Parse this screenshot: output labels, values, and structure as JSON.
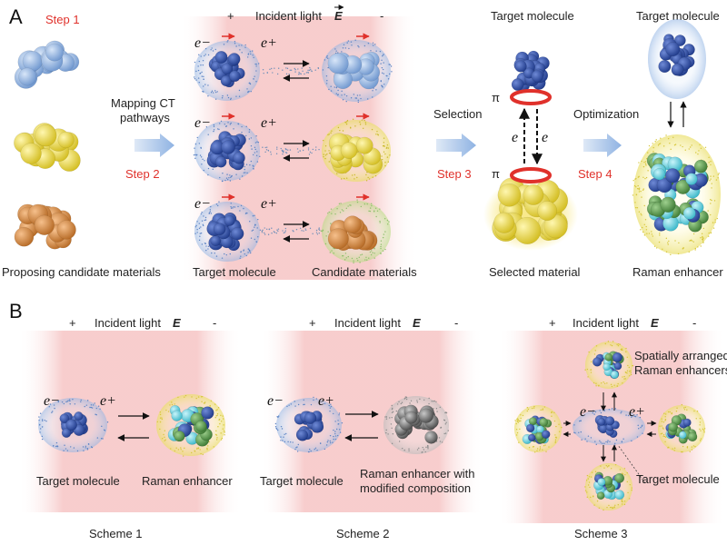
{
  "colors": {
    "blue_cluster": "#8fb3e3",
    "yellow_cluster": "#f0e04a",
    "orange_cluster": "#d9924a",
    "target_molecule": "#2f4ea8",
    "pink_field": "#f7c9c9",
    "arrow_blue": "#a9c6e8",
    "step_red": "#e0312b",
    "enhancer_green": "#5a9a4f",
    "enhancer_cyan": "#5fd2e0",
    "gray_cluster": "#7a7a7a"
  },
  "panel_a": {
    "letter": "A",
    "step1": "Step 1",
    "step2": "Step 2",
    "step3": "Step 3",
    "step4": "Step 4",
    "mapping": "Mapping CT",
    "pathways": "pathways",
    "selection": "Selection",
    "optimization": "Optimization",
    "proposing": "Proposing candidate materials",
    "target_molecule": "Target molecule",
    "candidate_materials": "Candidate materials",
    "selected_material": "Selected material",
    "raman_enhancer": "Raman enhancer",
    "incident_light": "Incident light",
    "E": "E",
    "plus": "+",
    "minus": "-",
    "e_minus": "e",
    "e_plus": "e",
    "sup_minus": "−",
    "sup_plus": "+",
    "pi": "π",
    "e_letter": "e",
    "target_top_1": "Target molecule",
    "target_top_2": "Target molecule"
  },
  "panel_b": {
    "letter": "B",
    "incident_light": "Incident light",
    "E": "E",
    "plus": "+",
    "minus": "-",
    "e_minus": "e",
    "e_plus": "e",
    "sup_minus": "−",
    "sup_plus": "+",
    "target_molecule": "Target molecule",
    "raman_enhancer": "Raman enhancer",
    "raman_modified_1": "Raman enhancer with",
    "raman_modified_2": "modified composition",
    "spatially_1": "Spatially arranged",
    "spatially_2": "Raman enhancers",
    "scheme1": "Scheme 1",
    "scheme2": "Scheme 2",
    "scheme3": "Scheme 3"
  }
}
